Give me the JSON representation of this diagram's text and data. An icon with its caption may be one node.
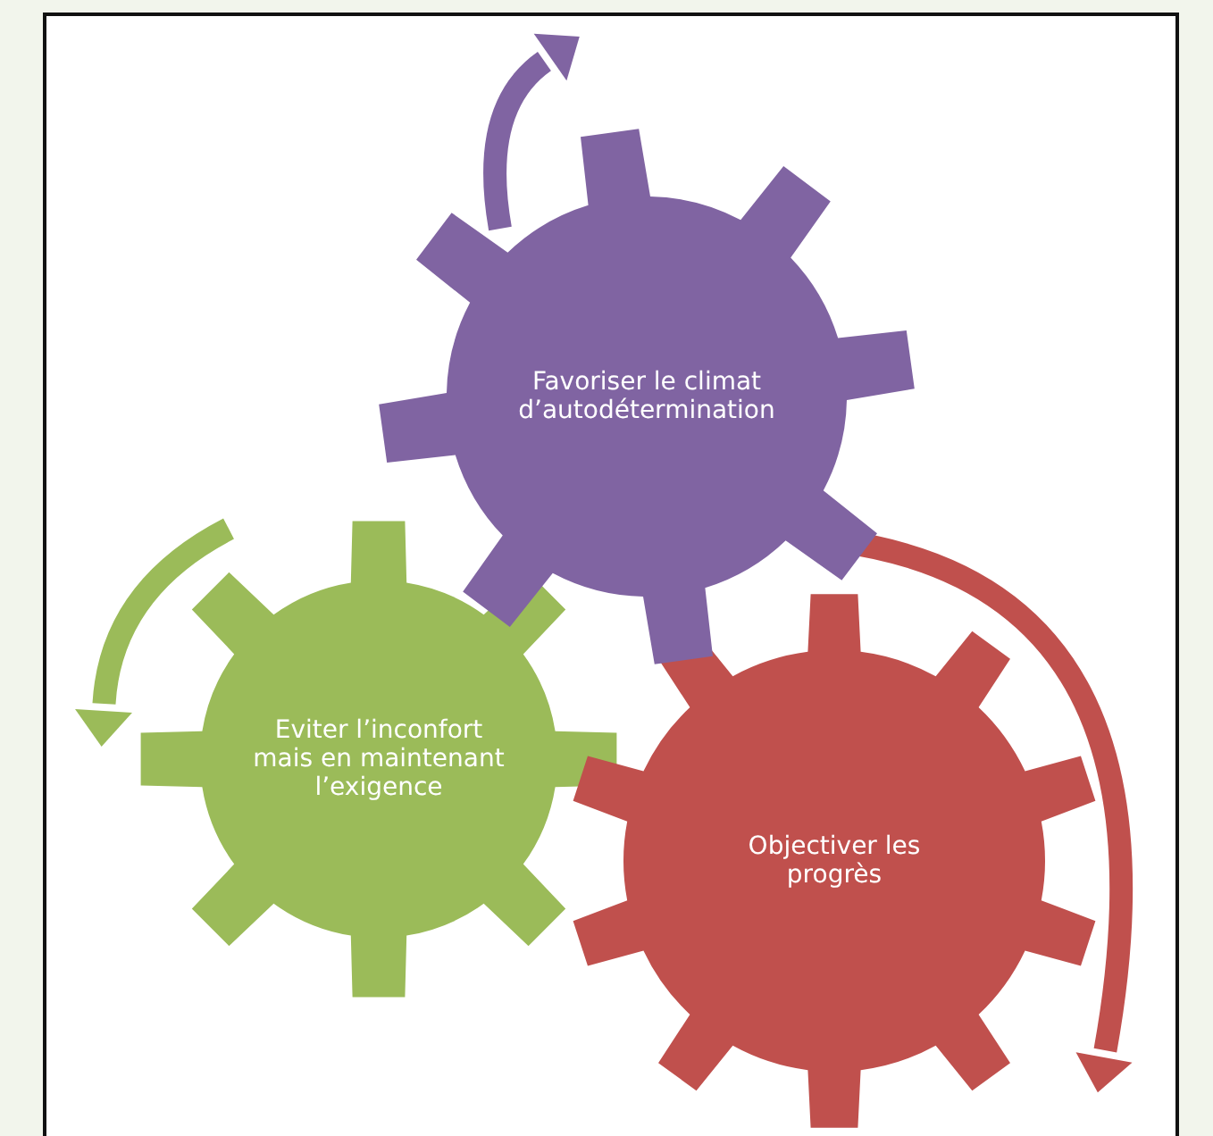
{
  "diagram": {
    "nodes": [
      {
        "text": [
          "Favoriser le climat d’autodétermination"
        ]
      },
      {
        "text": [
          "Eviter l’inconfort mais en maintenant l’exigence"
        ]
      },
      {
        "text": [
          "Objectiver les progrès"
        ]
      }
    ]
  }
}
